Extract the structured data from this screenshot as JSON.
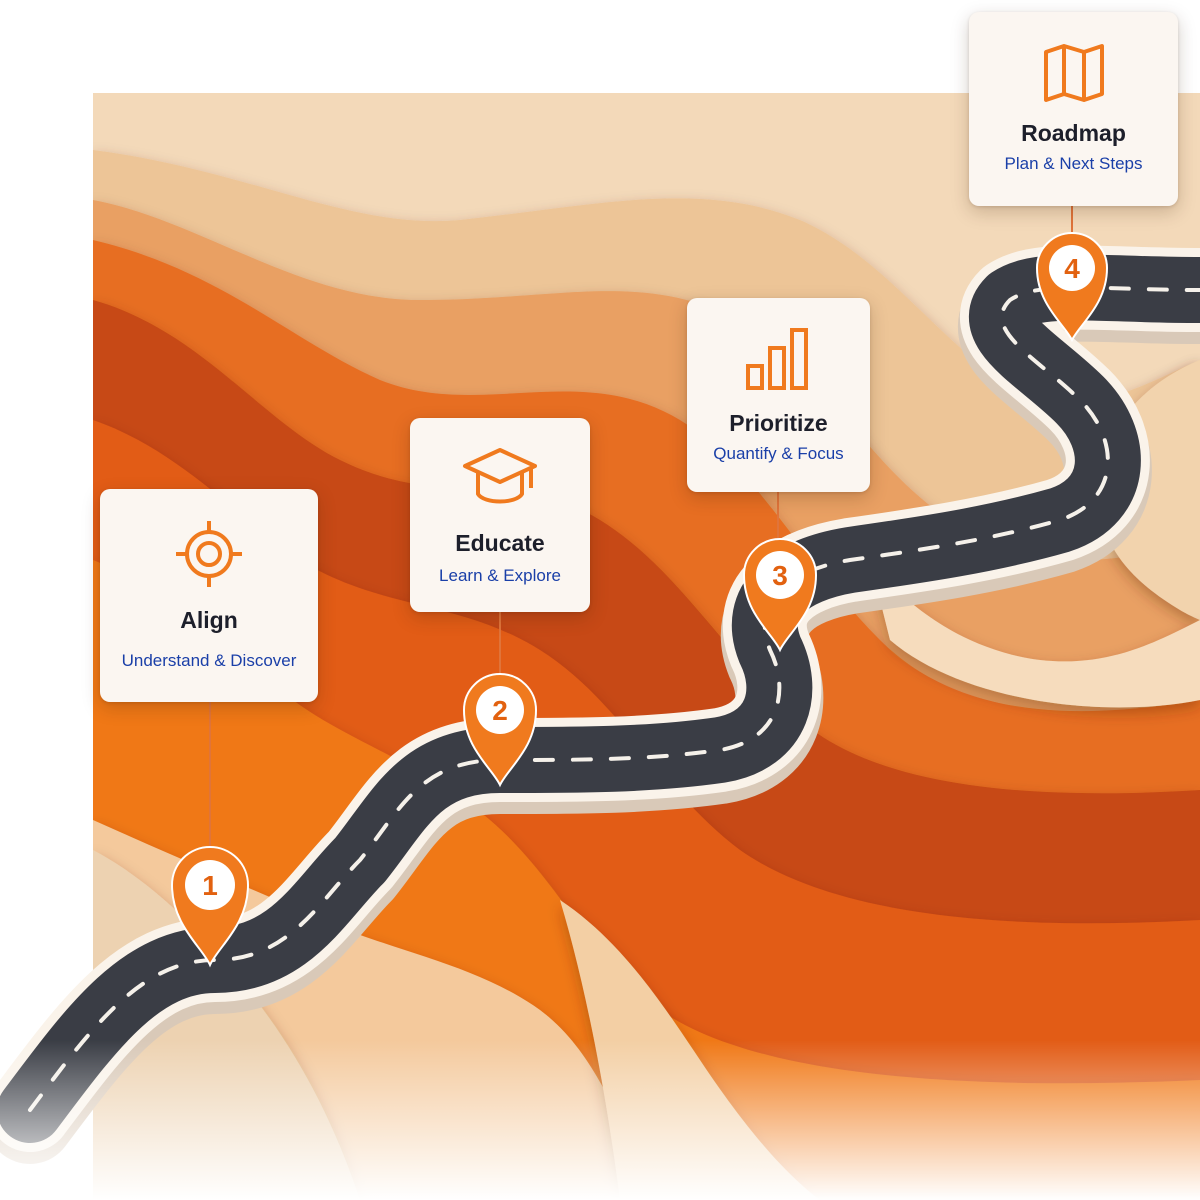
{
  "steps": [
    {
      "number": "1",
      "title": "Align",
      "subtitle": "Understand & Discover",
      "icon": "target-icon"
    },
    {
      "number": "2",
      "title": "Educate",
      "subtitle": "Learn & Explore",
      "icon": "graduation-cap-icon"
    },
    {
      "number": "3",
      "title": "Prioritize",
      "subtitle": "Quantify & Focus",
      "icon": "bar-chart-icon"
    },
    {
      "number": "4",
      "title": "Roadmap",
      "subtitle": "Plan & Next Steps",
      "icon": "map-icon"
    }
  ],
  "colors": {
    "accent": "#f07a1e",
    "road": "#3a3d45",
    "title_text": "#1d1f2b",
    "subtitle_text": "#1a3fa8",
    "card": "#fbf6f1"
  }
}
